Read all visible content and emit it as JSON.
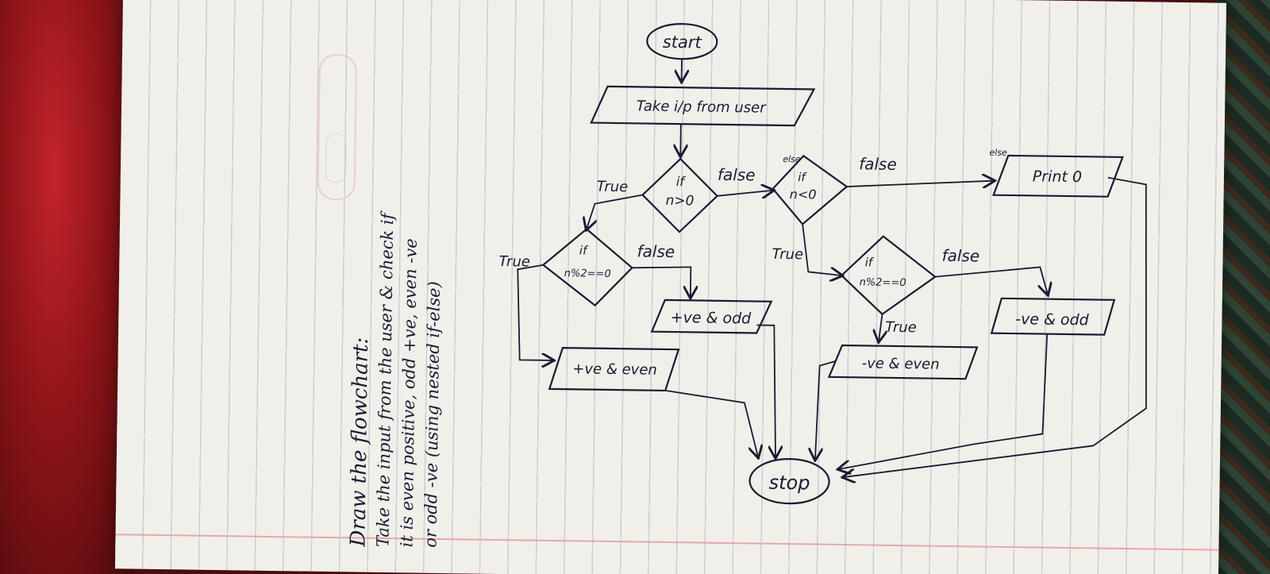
{
  "question": {
    "title": "Draw the flowchart:",
    "lines": [
      "Take the input from the user & check if",
      "it is even positive, odd +ve, even -ve",
      "or odd -ve (using nested if-else)"
    ]
  },
  "flowchart": {
    "start": "start",
    "input": "Take i/p from user",
    "cond_positive": {
      "keyword": "if",
      "expr": "n>0"
    },
    "cond_negative": {
      "keyword": "if",
      "expr": "n<0",
      "tag": "else"
    },
    "cond_even_pos": {
      "keyword": "if",
      "expr": "n%2==0"
    },
    "cond_even_neg": {
      "keyword": "if",
      "expr": "n%2==0"
    },
    "print_zero": {
      "text": "Print 0",
      "tag": "else"
    },
    "pos_odd": "+ve & odd",
    "pos_even": "+ve & even",
    "neg_even": "-ve & even",
    "neg_odd": "-ve & odd",
    "stop": "stop",
    "labels": {
      "true": "True",
      "false": "false"
    }
  },
  "colors": {
    "ink": "#1b1a33",
    "paper": "#f1efe9",
    "rule": "#c9cdd2",
    "margin": "#e4a9a9"
  }
}
